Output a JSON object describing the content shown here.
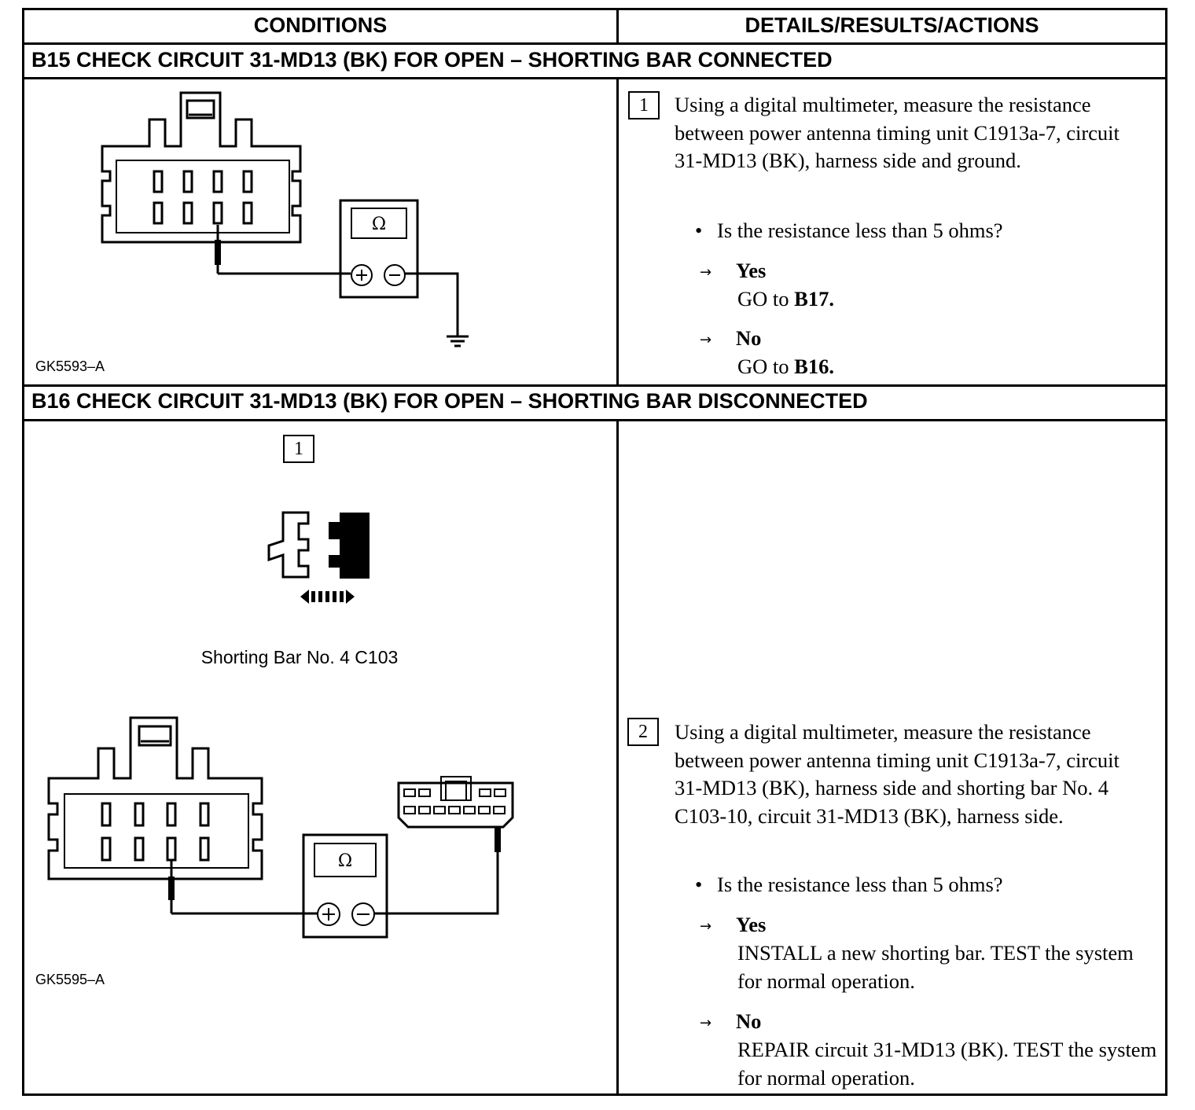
{
  "table": {
    "col_conditions": "CONDITIONS",
    "col_details": "DETAILS/RESULTS/ACTIONS"
  },
  "b15": {
    "title": "B15 CHECK CIRCUIT 31-MD13 (BK) FOR OPEN – SHORTING BAR CONNECTED",
    "figure_id": "GK5593–A",
    "meter_symbol": "Ω",
    "step_number": "1",
    "instruction": "Using a digital multimeter, measure the resistance between power antenna timing unit C1913a-7, circuit 31-MD13 (BK), harness side and ground.",
    "question": "Is the resistance less than 5 ohms?",
    "yes_label": "Yes",
    "yes_action_prefix": "GO to ",
    "yes_action_target": "B17.",
    "no_label": "No",
    "no_action_prefix": "GO to ",
    "no_action_target": "B16."
  },
  "b16": {
    "title": "B16 CHECK CIRCUIT 31-MD13 (BK) FOR OPEN – SHORTING BAR DISCONNECTED",
    "figure_id": "GK5595–A",
    "figure_step_number": "1",
    "caption": "Shorting Bar No. 4 C103",
    "meter_symbol": "Ω",
    "step_number": "2",
    "instruction": "Using a digital multimeter, measure the resistance between power antenna timing unit C1913a-7, circuit 31-MD13 (BK), harness side and shorting bar No. 4 C103-10, circuit 31-MD13 (BK), harness side.",
    "question": "Is the resistance less than 5 ohms?",
    "yes_label": "Yes",
    "yes_action": "INSTALL a new shorting bar. TEST the system for normal operation.",
    "no_label": "No",
    "no_action": "REPAIR circuit 31-MD13 (BK). TEST the system for normal operation."
  },
  "icons": {
    "arrow": "→",
    "bullet": "•",
    "ground": "ground-symbol-icon",
    "connector": "connector-icon",
    "multimeter": "multimeter-icon",
    "shorting_bar": "shorting-bar-icon"
  }
}
